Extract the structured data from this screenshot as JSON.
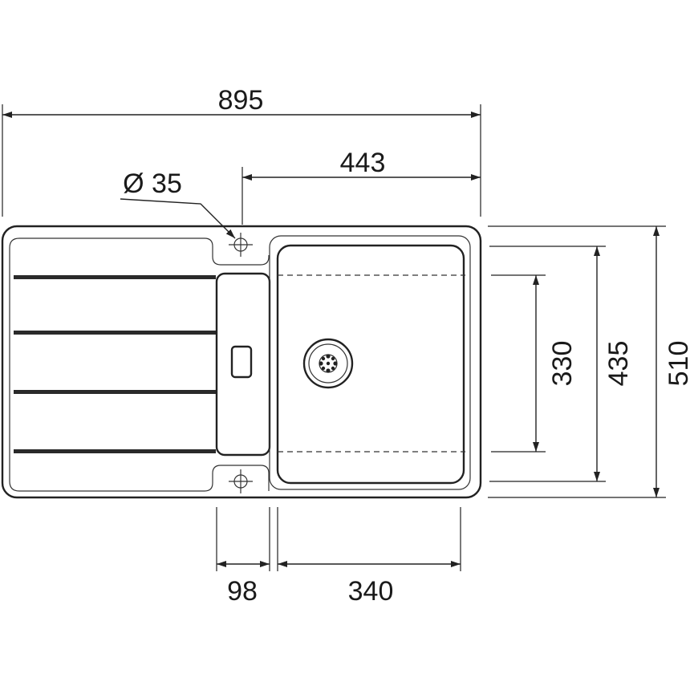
{
  "dimensions": {
    "overall_width": "895",
    "bowl_section_width": "443",
    "tap_hole": "Ø 35",
    "bowl_inner_length": "330",
    "bowl_outer_length": "435",
    "overall_depth": "510",
    "drainer_offset": "98",
    "bowl_width": "340"
  },
  "colors": {
    "line": "#222222",
    "background": "#ffffff"
  }
}
